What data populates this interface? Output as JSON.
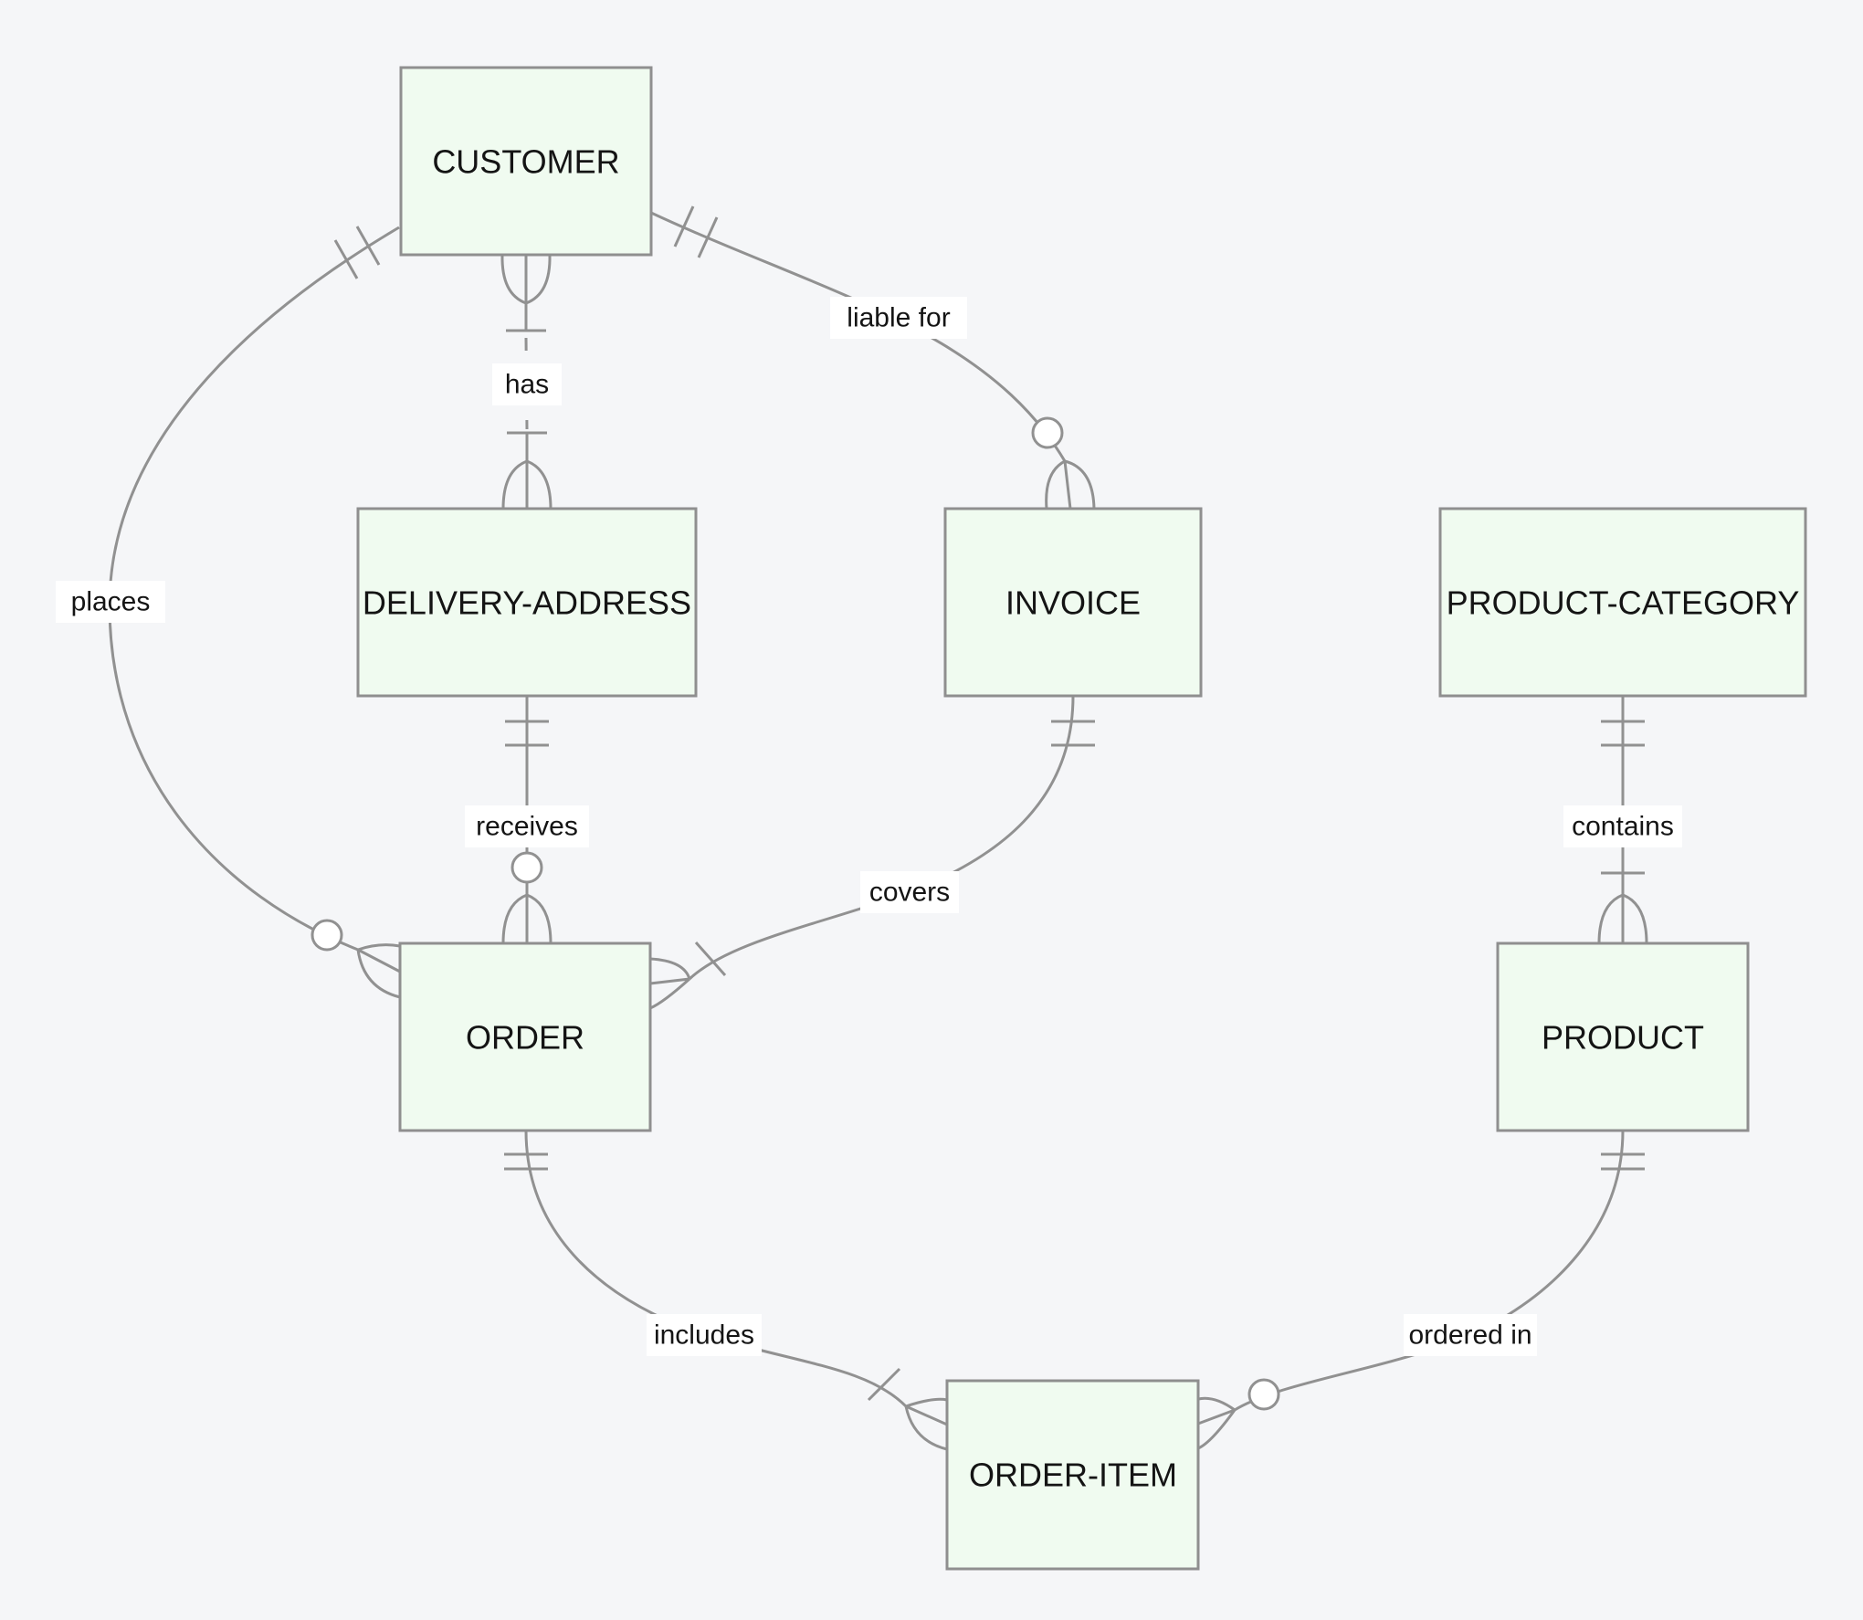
{
  "diagram": {
    "type": "entity-relationship-diagram",
    "notation": "crow-foot",
    "colors": {
      "background": "#f5f6f8",
      "entity_fill": "#f0fbf0",
      "entity_border": "#8f8f8f",
      "line": "#919191",
      "text": "#141414",
      "label_background": "#ffffff"
    },
    "entities": [
      {
        "name": "CUSTOMER"
      },
      {
        "name": "DELIVERY-ADDRESS"
      },
      {
        "name": "INVOICE"
      },
      {
        "name": "PRODUCT-CATEGORY"
      },
      {
        "name": "ORDER"
      },
      {
        "name": "PRODUCT"
      },
      {
        "name": "ORDER-ITEM"
      }
    ],
    "relationships": [
      {
        "from": "CUSTOMER",
        "to": "ORDER",
        "label": "places",
        "from_cardinality": "exactly one",
        "to_cardinality": "zero or more",
        "line_style": "solid"
      },
      {
        "from": "CUSTOMER",
        "to": "DELIVERY-ADDRESS",
        "label": "has",
        "from_cardinality": "one or more",
        "to_cardinality": "one or more",
        "line_style": "dashed"
      },
      {
        "from": "CUSTOMER",
        "to": "INVOICE",
        "label": "liable for",
        "from_cardinality": "exactly one",
        "to_cardinality": "zero or more",
        "line_style": "solid"
      },
      {
        "from": "DELIVERY-ADDRESS",
        "to": "ORDER",
        "label": "receives",
        "from_cardinality": "exactly one",
        "to_cardinality": "zero or more",
        "line_style": "solid"
      },
      {
        "from": "INVOICE",
        "to": "ORDER",
        "label": "covers",
        "from_cardinality": "exactly one",
        "to_cardinality": "one or more",
        "line_style": "solid"
      },
      {
        "from": "ORDER",
        "to": "ORDER-ITEM",
        "label": "includes",
        "from_cardinality": "exactly one",
        "to_cardinality": "one or more",
        "line_style": "solid"
      },
      {
        "from": "PRODUCT-CATEGORY",
        "to": "PRODUCT",
        "label": "contains",
        "from_cardinality": "exactly one",
        "to_cardinality": "one or more",
        "line_style": "solid"
      },
      {
        "from": "PRODUCT",
        "to": "ORDER-ITEM",
        "label": "ordered in",
        "from_cardinality": "exactly one",
        "to_cardinality": "zero or more",
        "line_style": "solid"
      }
    ]
  }
}
